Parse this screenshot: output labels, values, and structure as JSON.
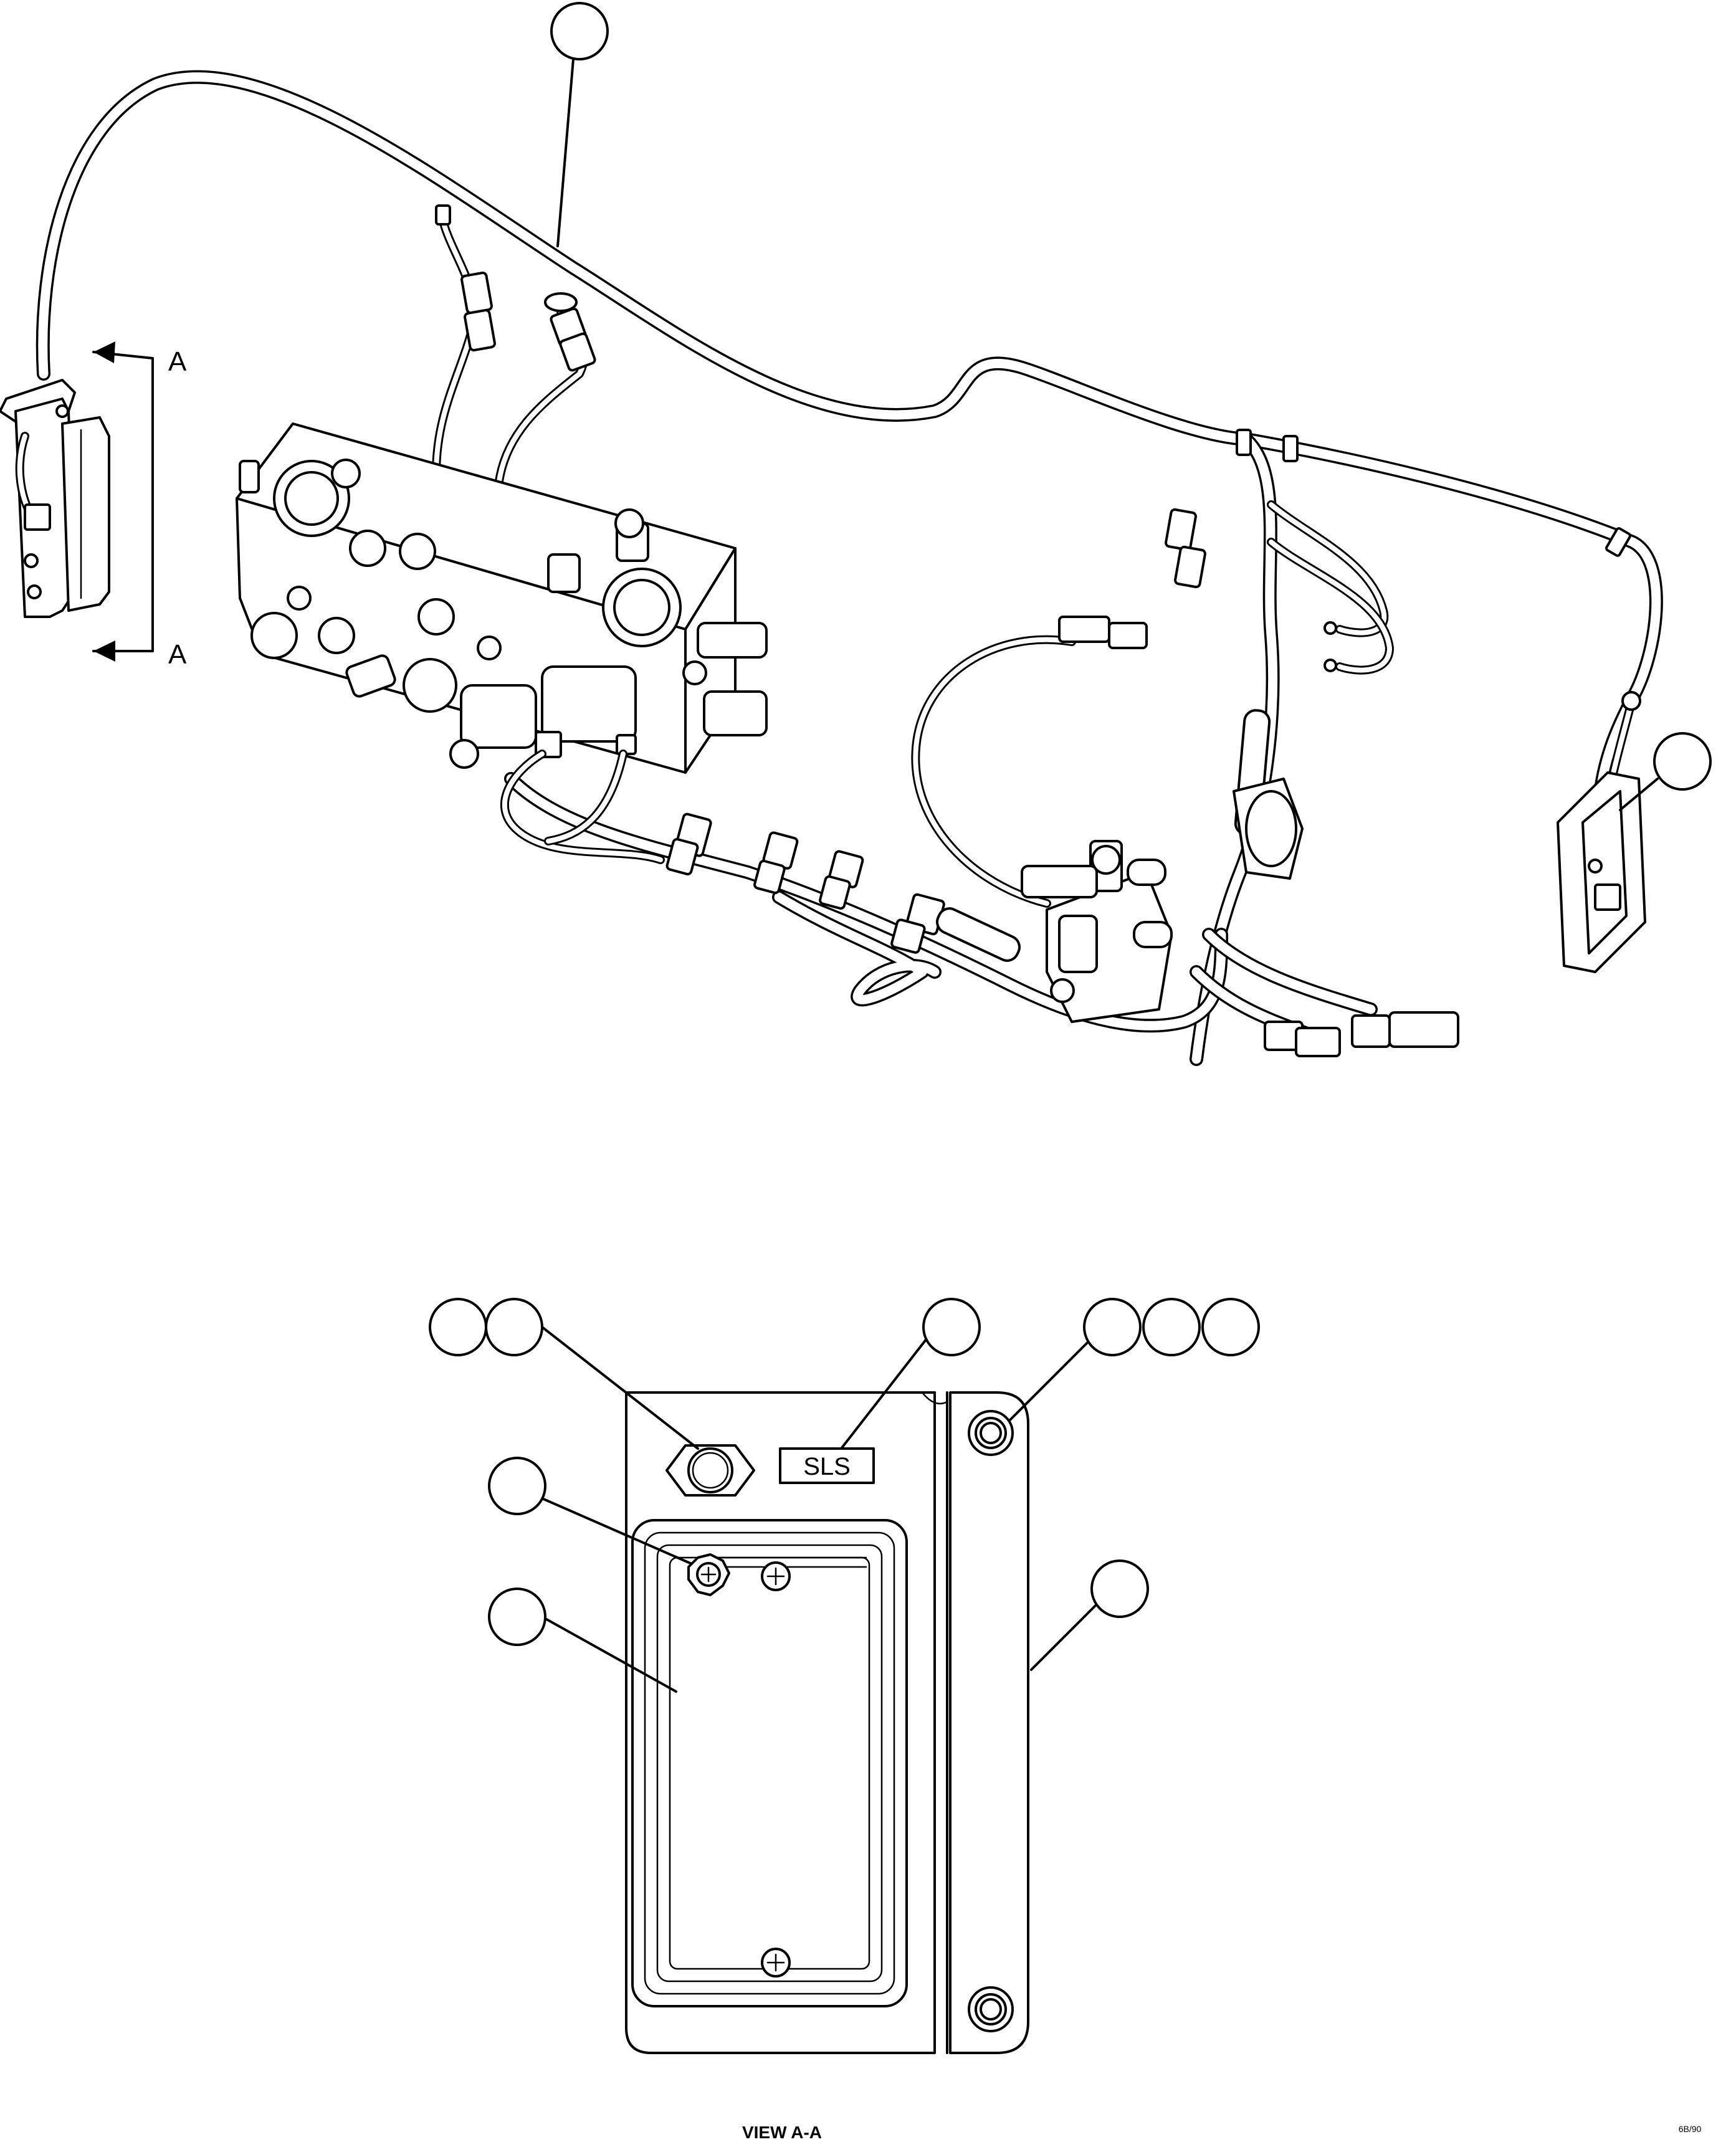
{
  "section_marker": {
    "letter_top": "A",
    "letter_bottom": "A"
  },
  "detail": {
    "label_plate": "SLS"
  },
  "view_caption": "VIEW A-A",
  "drawing_id": "6B/90",
  "balloons": {
    "top_harness": "",
    "right_switch": "",
    "detail_nut_a": "",
    "detail_nut_b": "",
    "detail_label": "",
    "detail_screw_a": "",
    "detail_screw_b": "",
    "detail_screw_c": "",
    "detail_fastener": "",
    "detail_gasket": "",
    "detail_cover": ""
  }
}
